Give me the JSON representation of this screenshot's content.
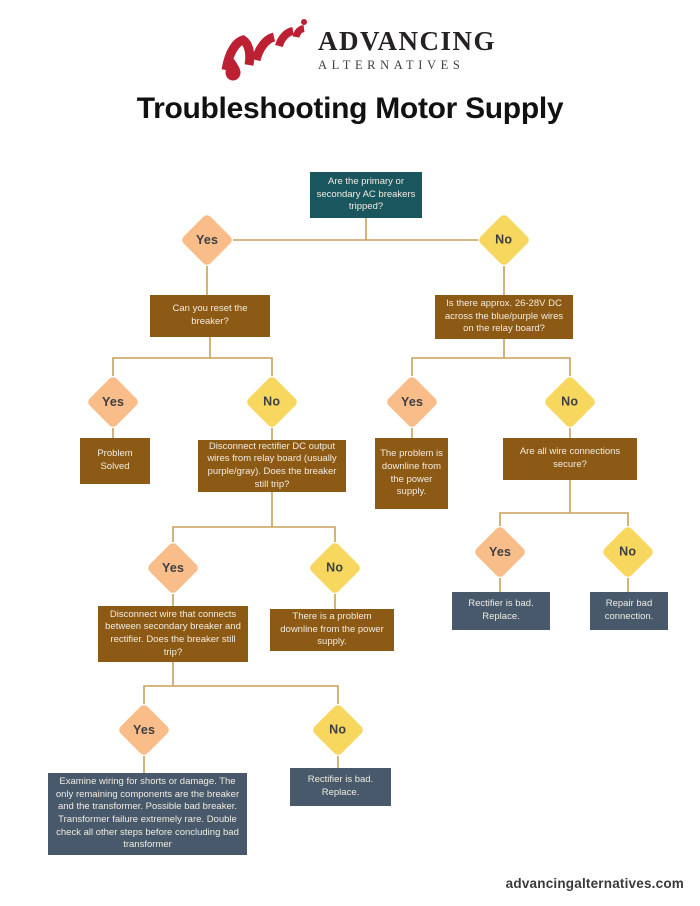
{
  "header": {
    "brand_name": "ADVANCING",
    "brand_subtitle": "ALTERNATIVES",
    "title": "Troubleshooting Motor Supply"
  },
  "footer": {
    "website": "advancingalternatives.com"
  },
  "colors": {
    "teal": "#1A565E",
    "brown": "#8C5A14",
    "slate": "#47596A",
    "peach": "#F9BD8A",
    "yellow": "#F8D75E",
    "connector": "#C7A15A",
    "brand_red": "#BE2033",
    "box_text": "#F1ECE2",
    "diamond_text": "#3D4043",
    "title_text": "#111111",
    "footer_text": "#3A3A3A"
  },
  "flowchart": {
    "yes_label": "Yes",
    "no_label": "No",
    "root": "Are the primary or secondary AC breakers tripped?",
    "reset_breaker": "Can you reset the breaker?",
    "voltage_check": "Is there approx. 26-28V DC across the blue/purple wires on the relay board?",
    "problem_solved": "Problem Solved",
    "disconnect_rectifier": "Disconnect rectifier DC output wires from relay board (usually purple/gray). Does the breaker still trip?",
    "problem_downline": "The problem is downline from the power supply.",
    "connections_secure": "Are all wire connections secure?",
    "rectifier_bad_right": "Rectifier is bad. Replace.",
    "repair_connection": "Repair bad connection.",
    "disconnect_wire": "Disconnect wire that connects between secondary breaker and rectifier. Does the breaker still trip?",
    "problem_downline_2": "There is a problem downline from the power supply.",
    "examine_wiring": "Examine wiring for shorts or damage. The only remaining components are the breaker and the transformer. Possible bad breaker. Transformer failure extremely rare. Double check all other steps before concluding bad transformer",
    "rectifier_bad_left": "Rectifier is bad. Replace."
  }
}
